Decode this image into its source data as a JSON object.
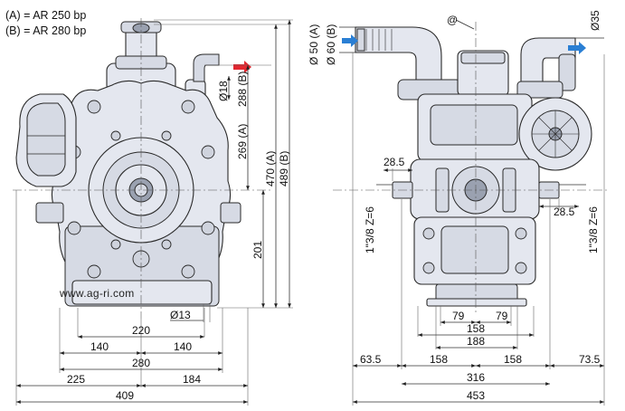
{
  "legend": {
    "line_a": "(A) = AR 250 bp",
    "line_b": "(B) = AR 280 bp"
  },
  "watermark": "www.ag-ri.com",
  "left_view": {
    "horizontal_dims": [
      "220",
      "140",
      "140",
      "280",
      "225",
      "184",
      "409"
    ],
    "vertical_dims": [
      "Ø18",
      "288 (B)",
      "269 (A)",
      "470 (A)",
      "489 (B)",
      "201"
    ],
    "hole_dim": "Ø13"
  },
  "right_view": {
    "diameter_labels": [
      "Ø 50 (A)",
      "Ø 60 (B)",
      "Ø35",
      "@"
    ],
    "thread_labels": [
      "1\"3/8 Z=6",
      "1\"3/8 Z=6"
    ],
    "shaft_dims": [
      "28.5",
      "28.5"
    ],
    "horizontal_dims": [
      "79",
      "79",
      "158",
      "188",
      "63.5",
      "158",
      "158",
      "73.5",
      "316",
      "453"
    ]
  },
  "colors": {
    "arrow_red": "#e3262f",
    "arrow_blue": "#2a7fd4",
    "body_fill": "#e4e7ef"
  }
}
